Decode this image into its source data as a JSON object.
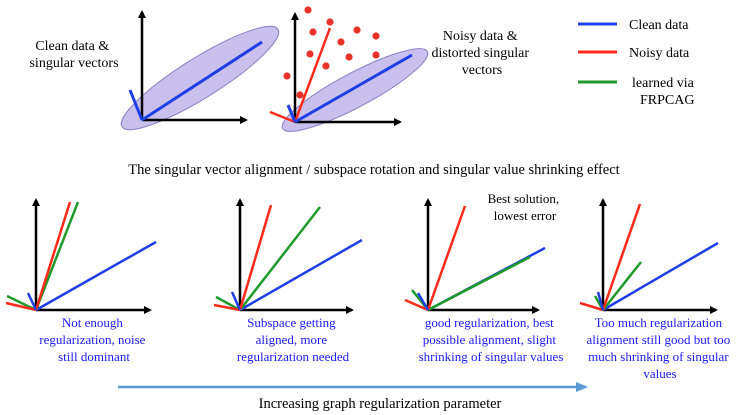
{
  "colors": {
    "clean": "#1f3fe6",
    "noisy": "#ff2a1a",
    "learned": "#1f9a2a",
    "axis": "#000000",
    "ellipse_fill": "#c9c0ee",
    "ellipse_stroke": "#8a7fc4",
    "dot": "#e8322a",
    "caption_blue": "#1a1aff",
    "arrow": "#5b9bd5"
  },
  "top": {
    "clean_label": [
      "Clean data &",
      "singular vectors"
    ],
    "noisy_label": [
      "Noisy data &",
      "distorted singular",
      "vectors"
    ],
    "caption": "The singular vector alignment / subspace rotation and singular value shrinking effect"
  },
  "legend": {
    "items": [
      {
        "lines": [
          "Clean data"
        ],
        "color_key": "clean"
      },
      {
        "lines": [
          "Noisy data"
        ],
        "color_key": "noisy"
      },
      {
        "lines": [
          "learned via",
          "FRPCAG"
        ],
        "color_key": "learned"
      }
    ]
  },
  "panels": [
    {
      "caption": [
        "Not enough",
        "regularization, noise",
        "still dominant"
      ]
    },
    {
      "caption": [
        "Subspace getting",
        "aligned, more",
        "regularization needed"
      ]
    },
    {
      "caption": [
        "good regularization, best",
        "possible alignment, slight",
        "shrinking of singular values"
      ],
      "note": [
        "Best solution,",
        "lowest error"
      ]
    },
    {
      "caption": [
        "Too much regularization",
        "alignment still good but too",
        "much shrinking of singular",
        "values"
      ]
    }
  ],
  "bottom": {
    "label": "Increasing graph regularization parameter"
  }
}
